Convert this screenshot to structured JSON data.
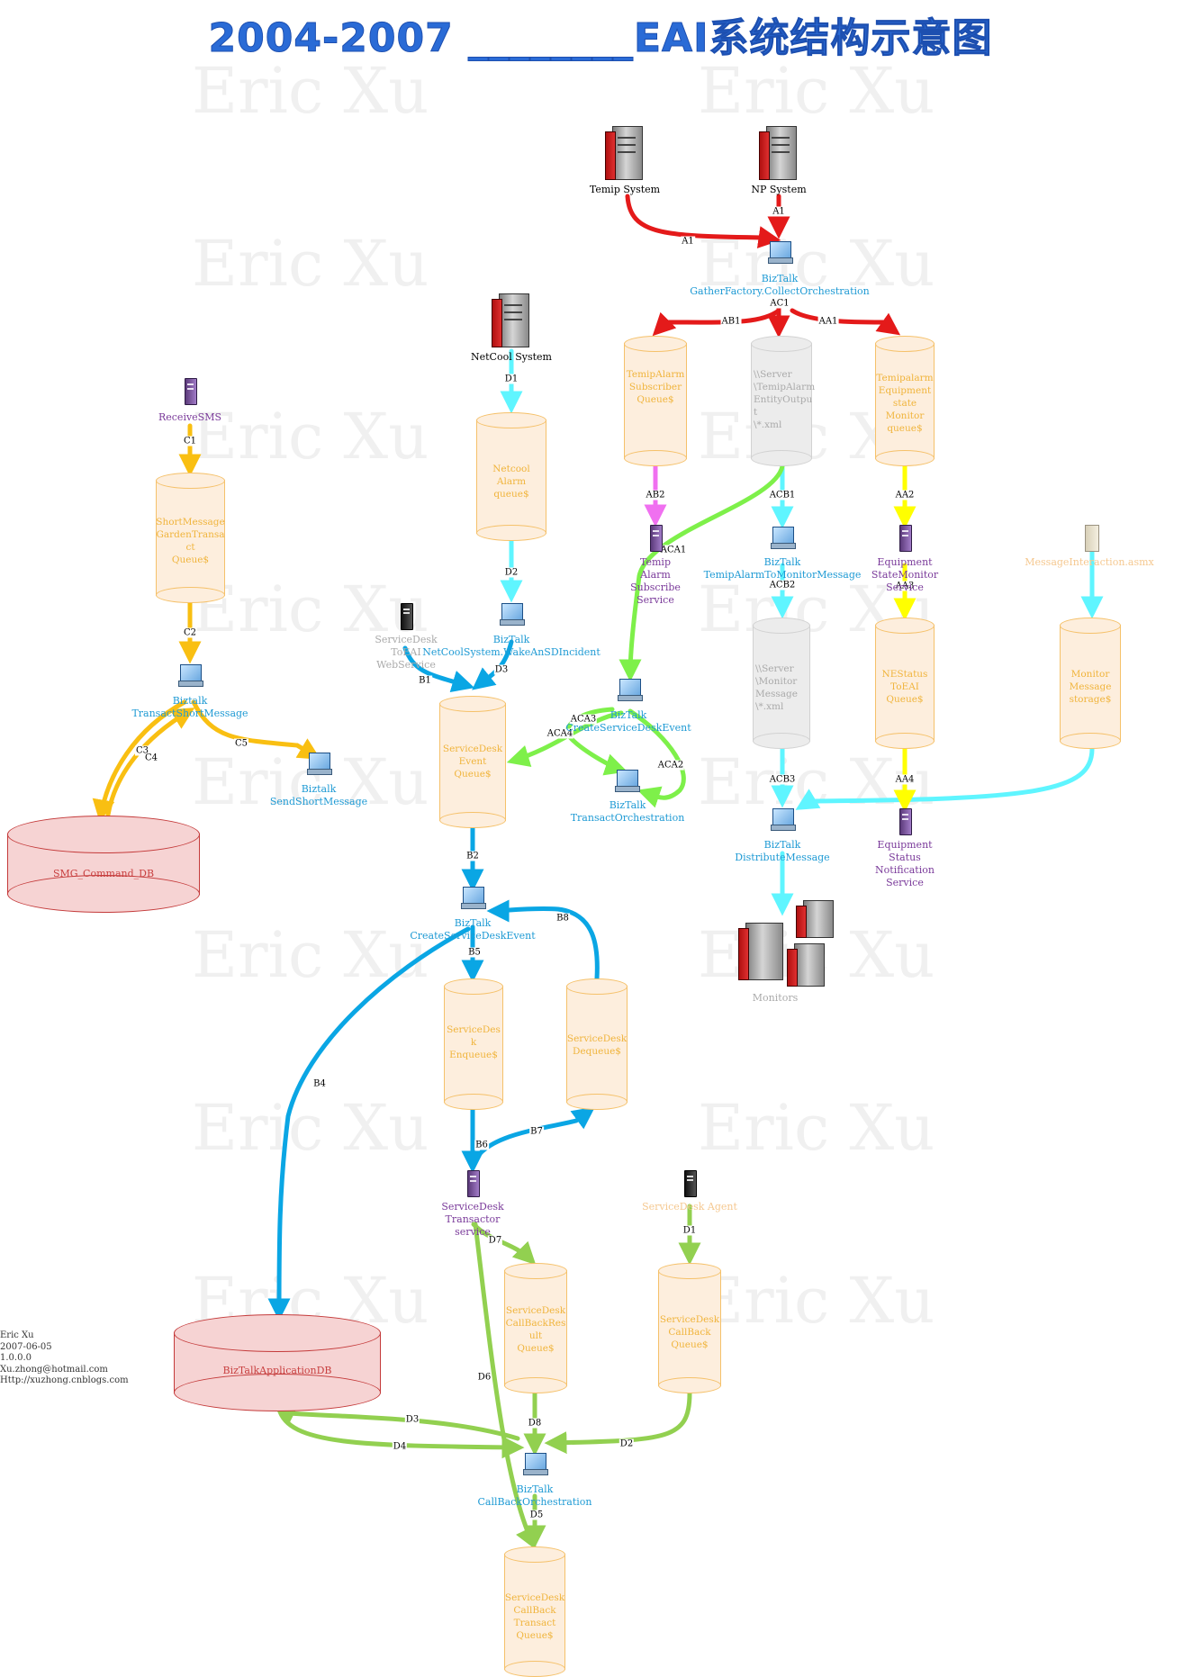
{
  "title": "2004-2007 ________EAI系统结构示意图",
  "watermark": "Eric Xu",
  "colors": {
    "red": "#e41a1a",
    "cyan": "#5ff5ff",
    "blue": "#0aa6e4",
    "orange": "#f9bf12",
    "green": "#7ef04a",
    "lightgreen": "#92d050",
    "yellow": "#ffff00",
    "magenta": "#f070f0"
  },
  "nodes": {
    "temip_system": "Temip System",
    "np_system": "NP System",
    "netcool_system": "NetCool System",
    "biztalk_gather": "BizTalk\nGatherFactory.CollectOrchestration",
    "temipalarm_queue": "TemipAlarm\nSubscriber\nQueue$",
    "server_temipalarm": "\\\\Server\n\\TemipAlarm\nEntityOutpu\nt\n\\*.xml",
    "temipalarm_equip_queue": "Temipalarm\nEquipment\nstate\nMonitor\nqueue$",
    "netcool_alarm_queue": "Netcool\nAlarm\nqueue$",
    "receive_sms": "ReceiveSMS",
    "short_message_queue": "ShortMessage\nGardenTransa\nct\nQueue$",
    "temip_alarm_service": "Temip\nAlarm\nSubscribe\nService",
    "biztalk_temip_to_monitor": "BizTalk\nTemipAlarmToMonitorMessage",
    "equipment_statemonitor": "Equipment\nStateMonitor\nService",
    "message_interaction": "MessageInteraction.asmx",
    "biztalk_netcool": "BizTalk\nNetCoolSystem.WakeAnSDIncident",
    "servicedesk_toeai": "ServiceDesk\nToEAI\nWebService",
    "biztalk_transact_sms": "Biztalk\nTransactShortMessage",
    "biztalk_create_sd_event_1": "BizTalk\nCreateServiceDeskEvent",
    "server_monitor": "\\\\Server\n\\Monitor\nMessage\n\\*.xml",
    "nestatus_queue": "NEStatus\nToEAI\nQueue$",
    "monitor_storage": "Monitor\nMessage\nstorage$",
    "servicedesk_event_queue": "ServiceDesk\nEvent\nQueue$",
    "biztalk_send_sms": "Biztalk\nSendShortMessage",
    "biztalk_transact_orch": "BizTalk\nTransactOrchestration",
    "biztalk_distribute": "BizTalk\nDistributeMessage",
    "equipment_status_notification": "Equipment\nStatus\nNotification\nService",
    "smg_command_db": "SMG_Command_DB",
    "biztalk_create_sd_event_2": "BizTalk\nCreateServiceDeskEvent",
    "monitors": "Monitors",
    "servicedesk_enqueue": "ServiceDes\nk\nEnqueue$",
    "servicedesk_dequeue": "ServiceDesk\nDequeue$",
    "servicedesk_transactor": "ServiceDesk\nTransactor\nservice",
    "servicedesk_agent": "ServiceDesk Agent",
    "servicedesk_callback_result": "ServiceDesk\nCallBackRes\nult\nQueue$",
    "servicedesk_callback_queue": "ServiceDesk\nCallBack\nQueue$",
    "biztalk_app_db": "BizTalkApplicationDB",
    "biztalk_callback_orch": "BizTalk\nCallBackOrchestration",
    "servicedesk_callback_transact": "ServiceDesk\nCallBack\nTransact\nQueue$"
  },
  "edges": [
    "A1",
    "A1",
    "AC1",
    "AB1",
    "AA1",
    "AB2",
    "ACB1",
    "AA2",
    "ACA1",
    "ACB2",
    "AA3",
    "ACB3",
    "AA4",
    "ACA2",
    "ACA3",
    "ACA4",
    "D1",
    "D2",
    "D3",
    "B1",
    "B2",
    "B4",
    "B5",
    "B7",
    "B8",
    "B6",
    "C1",
    "C2",
    "C3",
    "C4",
    "C5",
    "D7",
    "D1",
    "D6",
    "D8",
    "D3",
    "D4",
    "D2",
    "D5"
  ],
  "footer": [
    "Eric Xu",
    "2007-06-05",
    "1.0.0.0",
    "Xu.zhong@hotmail.com",
    "Http://xuzhong.cnblogs.com"
  ]
}
